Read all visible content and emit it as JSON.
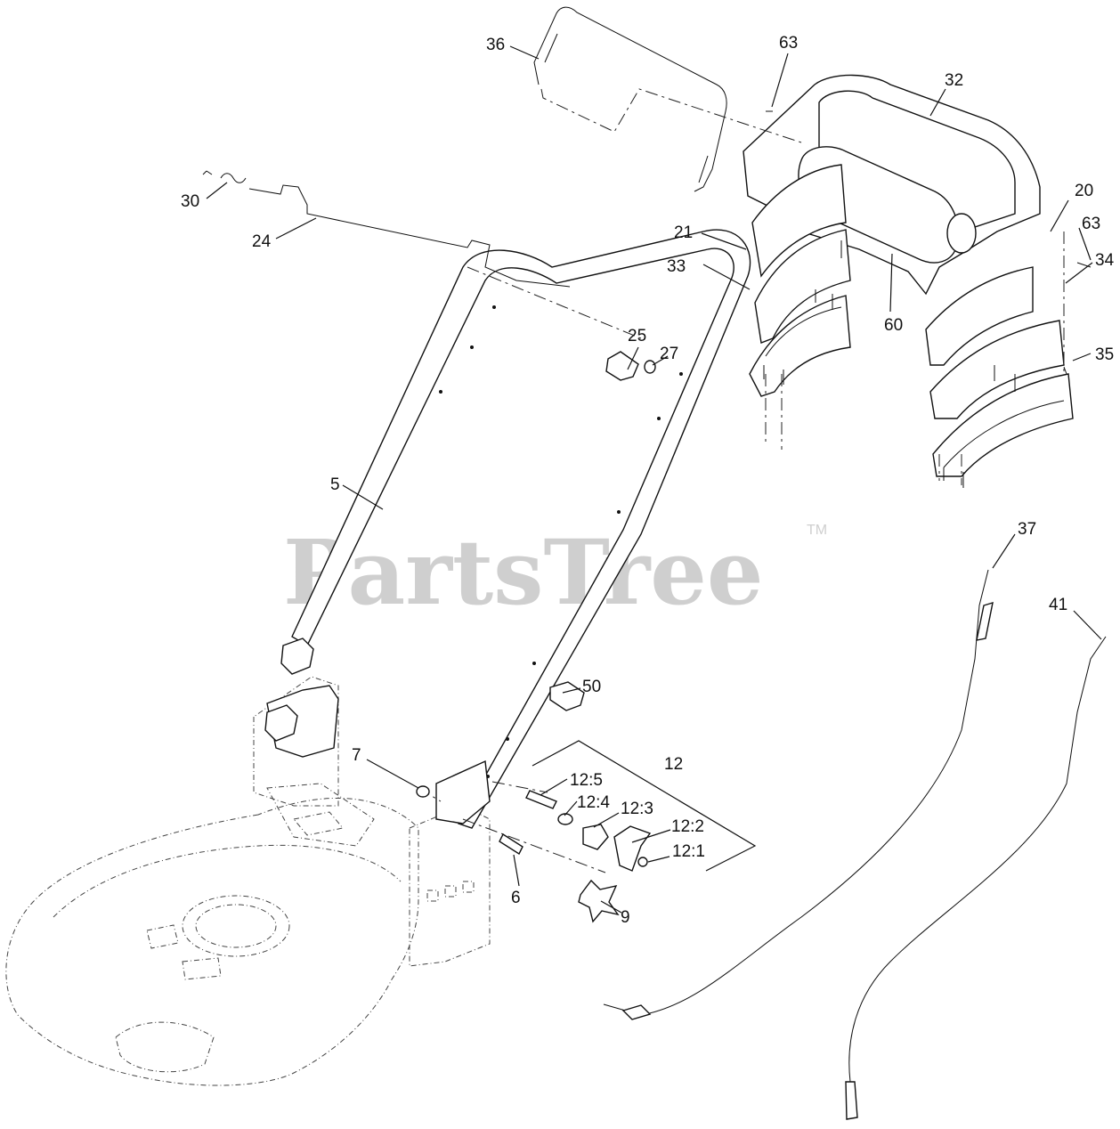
{
  "watermark": {
    "text": "PartsTree",
    "trademark": "TM"
  },
  "callouts": [
    {
      "id": "c36",
      "label": "36"
    },
    {
      "id": "c63a",
      "label": "63"
    },
    {
      "id": "c32",
      "label": "32"
    },
    {
      "id": "c30",
      "label": "30"
    },
    {
      "id": "c24",
      "label": "24"
    },
    {
      "id": "c20",
      "label": "20"
    },
    {
      "id": "c21",
      "label": "21"
    },
    {
      "id": "c63b",
      "label": "63"
    },
    {
      "id": "c33",
      "label": "33"
    },
    {
      "id": "c34",
      "label": "34"
    },
    {
      "id": "c60",
      "label": "60"
    },
    {
      "id": "c25",
      "label": "25"
    },
    {
      "id": "c27",
      "label": "27"
    },
    {
      "id": "c35",
      "label": "35"
    },
    {
      "id": "c5",
      "label": "5"
    },
    {
      "id": "c37",
      "label": "37"
    },
    {
      "id": "c41",
      "label": "41"
    },
    {
      "id": "c50",
      "label": "50"
    },
    {
      "id": "c7",
      "label": "7"
    },
    {
      "id": "c12",
      "label": "12"
    },
    {
      "id": "c12-5",
      "label": "12:5"
    },
    {
      "id": "c12-4",
      "label": "12:4"
    },
    {
      "id": "c12-3",
      "label": "12:3"
    },
    {
      "id": "c12-2",
      "label": "12:2"
    },
    {
      "id": "c12-1",
      "label": "12:1"
    },
    {
      "id": "c6",
      "label": "6"
    },
    {
      "id": "c9",
      "label": "9"
    }
  ]
}
